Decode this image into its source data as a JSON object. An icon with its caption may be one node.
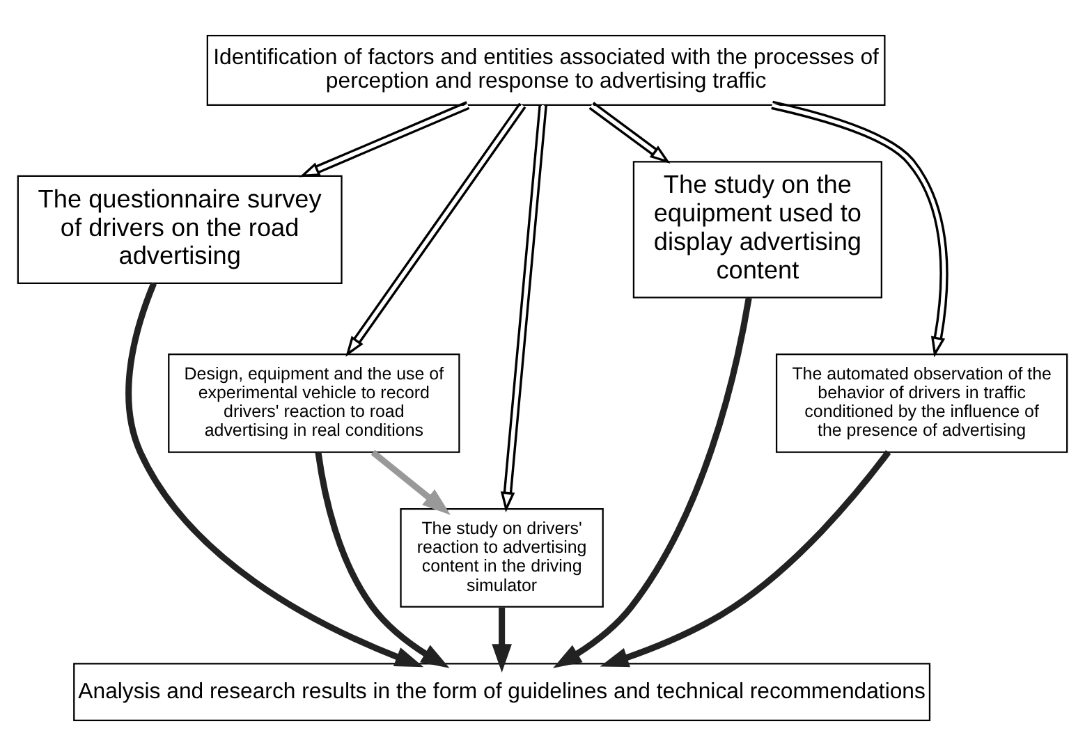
{
  "diagram": {
    "nodes": [
      {
        "text": [
          "Identification of factors and entities associated with the processes of perception and response to advertising traffic"
        ]
      },
      {
        "text": [
          "The questionnaire survey of drivers on the road advertising"
        ]
      },
      {
        "text": [
          "The study on the equipment used to display advertising content"
        ]
      },
      {
        "text": [
          "Design, equipment and the use of experimental vehicle to record drivers' reaction to road advertising in real conditions"
        ]
      },
      {
        "text": [
          "The study on drivers' reaction to advertising content in the driving simulator"
        ]
      },
      {
        "text": [
          "The automated observation of the behavior of drivers in traffic conditioned by the influence of the presence of advertising"
        ]
      },
      {
        "text": [
          "Analysis and research results in the form of guidelines and technical recommendations"
        ]
      }
    ],
    "edges": [
      {
        "from": 0,
        "to": 1,
        "arrow": "to"
      },
      {
        "from": 0,
        "to": 2,
        "arrow": "to"
      },
      {
        "from": 0,
        "to": 4,
        "arrow": "to"
      },
      {
        "from": 0,
        "to": 3,
        "arrow": "to"
      },
      {
        "from": 0,
        "to": 5,
        "arrow": "to"
      },
      {
        "from": 3,
        "to": 4,
        "arrow": "to",
        "color": "#999999"
      },
      {
        "from": 3,
        "to": 6,
        "arrow": "to",
        "color": "#222222"
      },
      {
        "from": 1,
        "to": 6,
        "arrow": "to",
        "color": "#222222"
      },
      {
        "from": 4,
        "to": 6,
        "arrow": "to",
        "color": "#222222"
      },
      {
        "from": 2,
        "to": 6,
        "arrow": "to",
        "color": "#222222"
      },
      {
        "from": 5,
        "to": 6,
        "arrow": "to",
        "color": "#222222"
      }
    ]
  }
}
